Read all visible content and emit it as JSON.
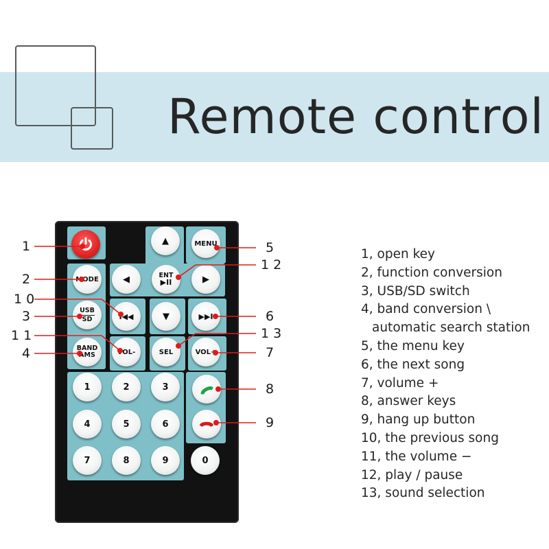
{
  "header": {
    "title": "Remote control"
  },
  "remote": {
    "buttons": {
      "power": "",
      "up": "▲",
      "menu": "MENU",
      "mode": "MODE",
      "left": "◀",
      "ent_top": "ENT",
      "ent_bottom": "▶II",
      "right": "▶",
      "usb_top": "USB",
      "usb_bottom": "SD",
      "prev": "I◀◀",
      "down": "▼",
      "next": "▶▶I",
      "band_top": "BAND",
      "band_bottom": "AMS",
      "vol_minus": "VOL-",
      "sel": "SEL",
      "vol_plus": "VOL+",
      "digits": [
        "1",
        "2",
        "3",
        "4",
        "5",
        "6",
        "7",
        "8",
        "9",
        "0"
      ]
    }
  },
  "callouts": [
    "1",
    "2",
    "3",
    "4",
    "5",
    "6",
    "7",
    "8",
    "9",
    "1 0",
    "1 1",
    "1 2",
    "1 3"
  ],
  "legend": [
    "1, open key",
    "2, function conversion",
    "3, USB/SD switch",
    "4, band conversion \\",
    "automatic search station",
    "5, the menu key",
    "6, the next song",
    "7, volume +",
    "8, answer keys",
    "9, hang up button",
    "10, the previous song",
    "11, the volume −",
    "12, play / pause",
    "13, sound selection"
  ],
  "colors": {
    "banner": "#cfe6ef",
    "panel": "#7fc0c8",
    "body": "#121212",
    "power": "#e02626",
    "marker": "#e01b1b"
  }
}
